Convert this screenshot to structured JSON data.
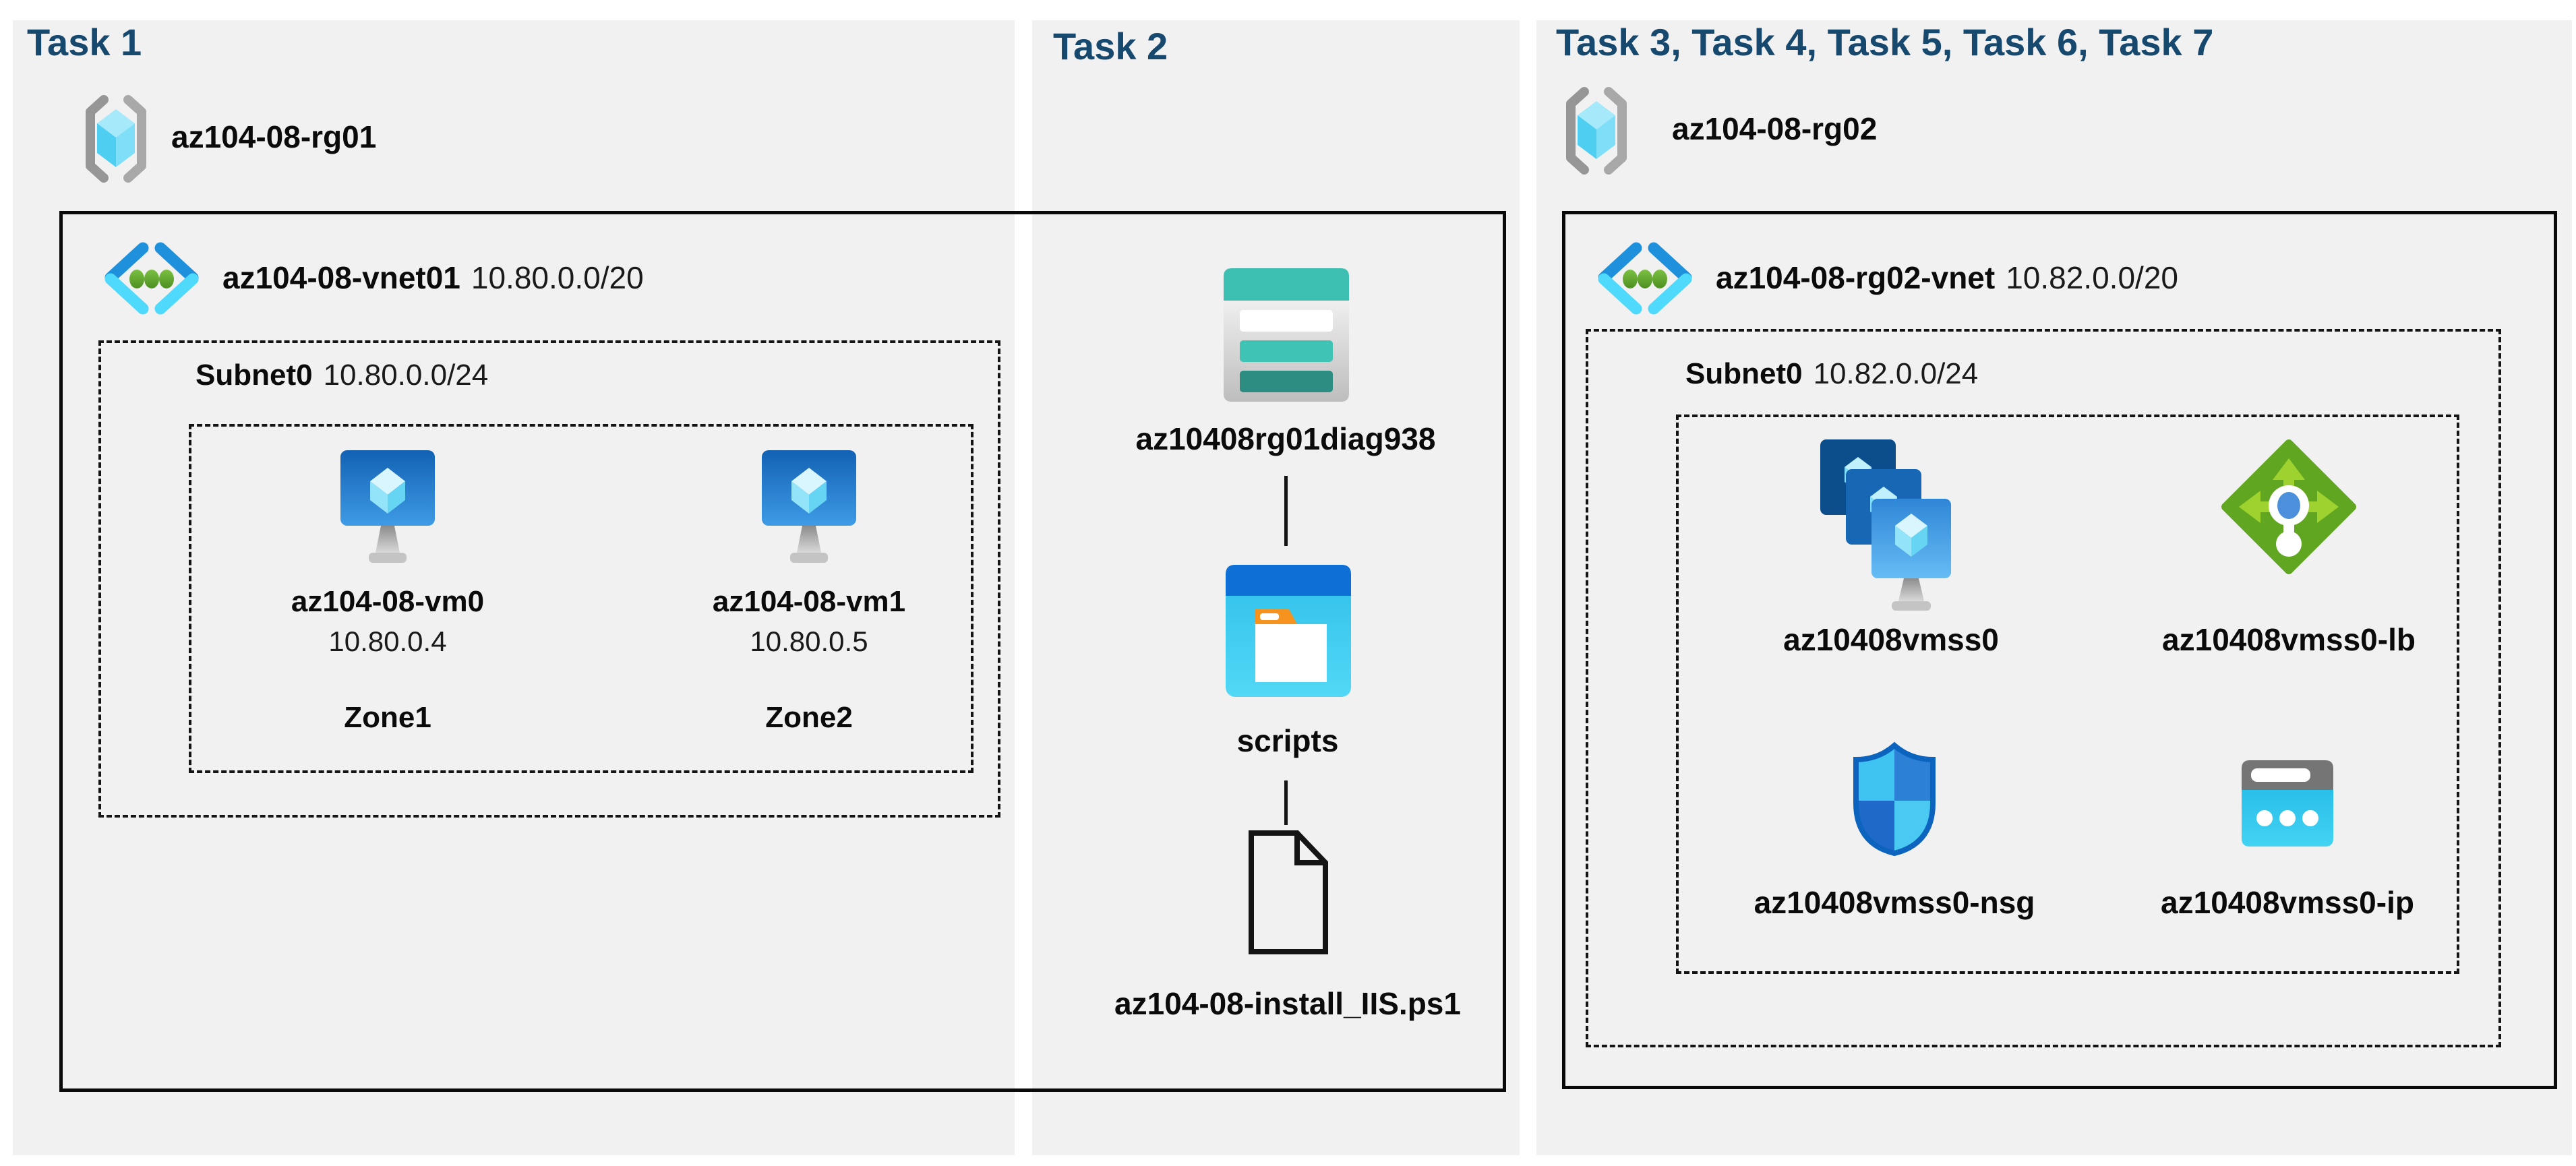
{
  "panels": {
    "task1": {
      "title": "Task 1",
      "resource_group": "az104-08-rg01",
      "vnet": {
        "name": "az104-08-vnet01",
        "cidr": "10.80.0.0/20"
      },
      "subnet": {
        "name": "Subnet0",
        "cidr": "10.80.0.0/24"
      },
      "vms": [
        {
          "name": "az104-08-vm0",
          "ip": "10.80.0.4",
          "zone": "Zone1"
        },
        {
          "name": "az104-08-vm1",
          "ip": "10.80.0.5",
          "zone": "Zone2"
        }
      ]
    },
    "task2": {
      "title": "Task 2",
      "storage_account": "az10408rg01diag938",
      "container": "scripts",
      "file": "az104-08-install_IIS.ps1"
    },
    "task3": {
      "title": "Task 3, Task 4, Task 5, Task 6, Task 7",
      "resource_group": "az104-08-rg02",
      "vnet": {
        "name": "az104-08-rg02-vnet",
        "cidr": "10.82.0.0/20"
      },
      "subnet": {
        "name": "Subnet0",
        "cidr": "10.82.0.0/24"
      },
      "resources": {
        "vmss": "az10408vmss0",
        "load_balancer": "az10408vmss0-lb",
        "nsg": "az10408vmss0-nsg",
        "public_ip": "az10408vmss0-ip"
      }
    }
  },
  "colors": {
    "title_navy": "#17496F",
    "panel_bg": "#F1F1F2",
    "outline_black": "#141414",
    "vnet_blue": "#1E90DC",
    "vnet_cyan": "#4FD9FB",
    "dot_green": "#5FA62B",
    "storage_teal": "#3CBFB1",
    "folder_orange": "#F6921E",
    "lb_green": "#61A620",
    "nsg_border_blue": "#0C64BF",
    "ip_cyan": "#2BC3EC"
  }
}
